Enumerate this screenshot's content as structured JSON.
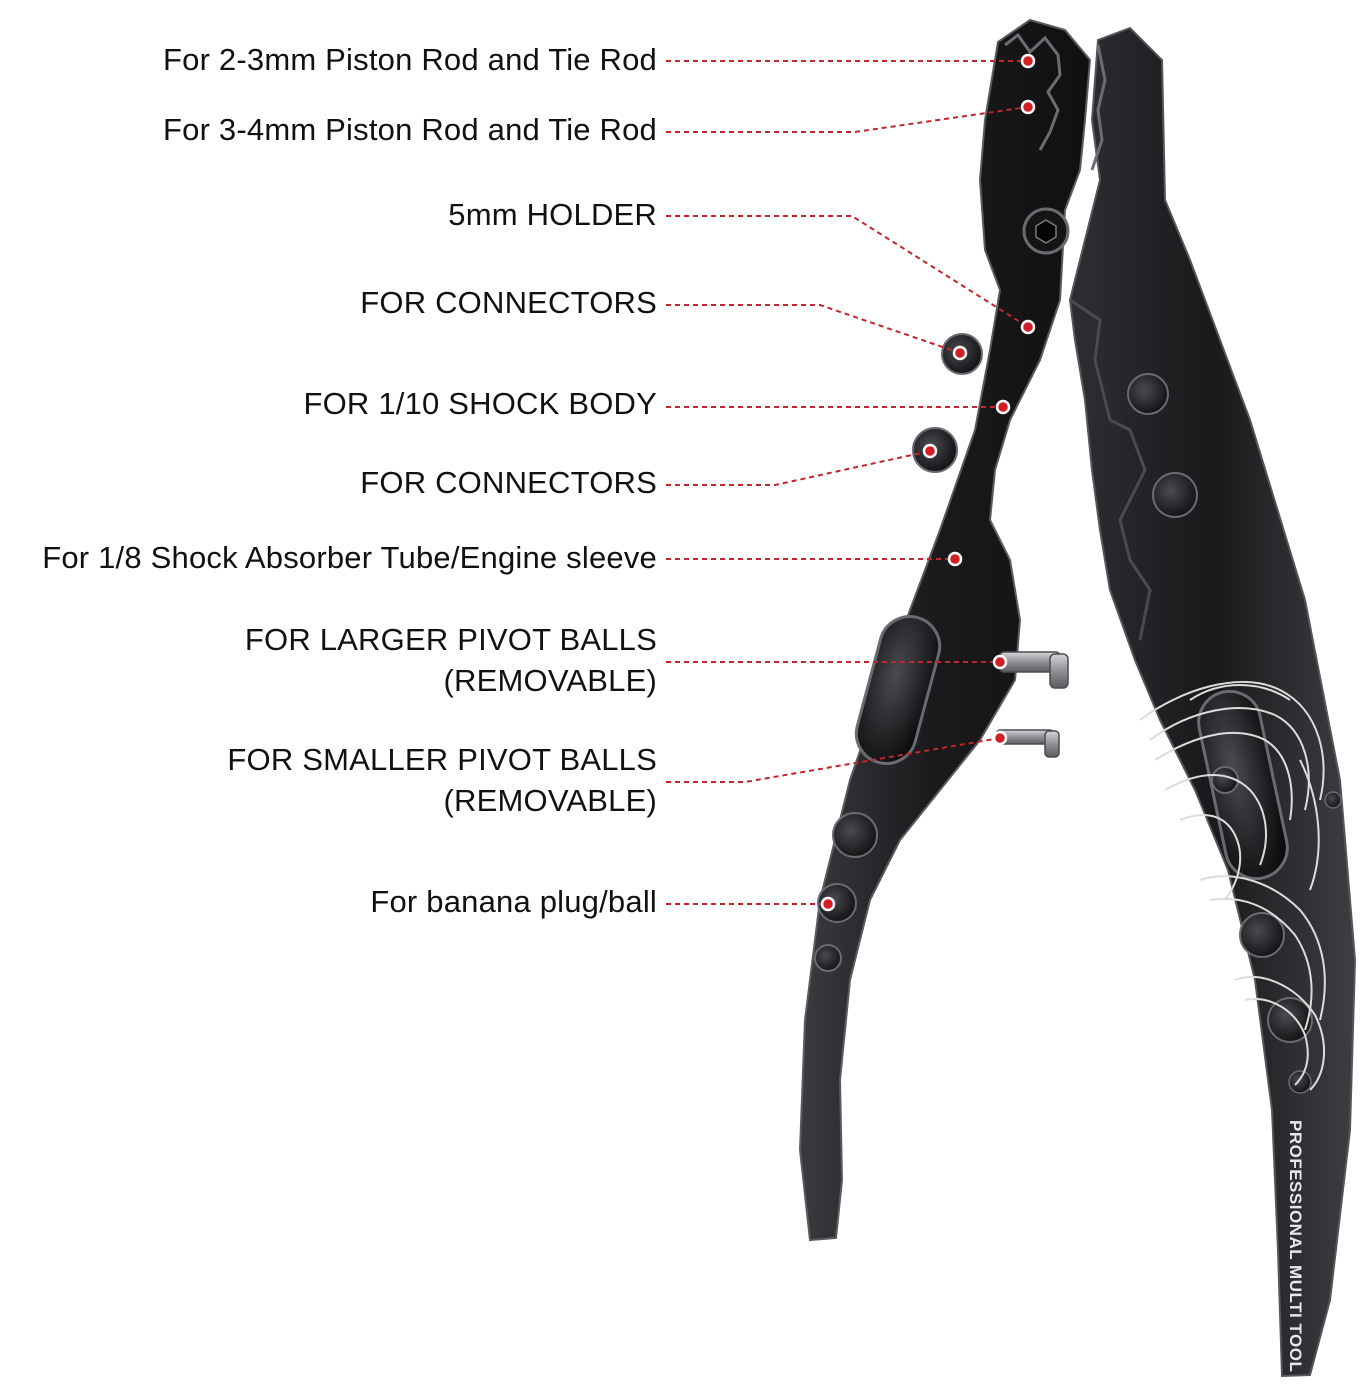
{
  "labels": [
    {
      "text": "For 2-3mm Piston Rod and Tie Rod"
    },
    {
      "text": "For 3-4mm Piston Rod and Tie Rod"
    },
    {
      "text": "5mm HOLDER"
    },
    {
      "text": "FOR CONNECTORS"
    },
    {
      "text": "FOR 1/10 SHOCK BODY"
    },
    {
      "text": "FOR CONNECTORS"
    },
    {
      "text": "For 1/8 Shock Absorber Tube/Engine sleeve"
    },
    {
      "line1": "FOR LARGER PIVOT BALLS",
      "line2": "(REMOVABLE)"
    },
    {
      "line1": "FOR SMALLER PIVOT BALLS",
      "line2": "(REMOVABLE)"
    },
    {
      "text": "For banana plug/ball"
    }
  ],
  "tool": {
    "engraving": "PROFESSIONAL MULTI TOOL"
  },
  "colors": {
    "background": "#ffffff",
    "text": "#111111",
    "leader_line": "#c0262b",
    "marker_dot": "#d21f26",
    "tool_body": "#1c1c1e",
    "tool_edge": "#55565a",
    "engraving": "#e8e8e8",
    "pin_metal": "#a7a9ac"
  }
}
